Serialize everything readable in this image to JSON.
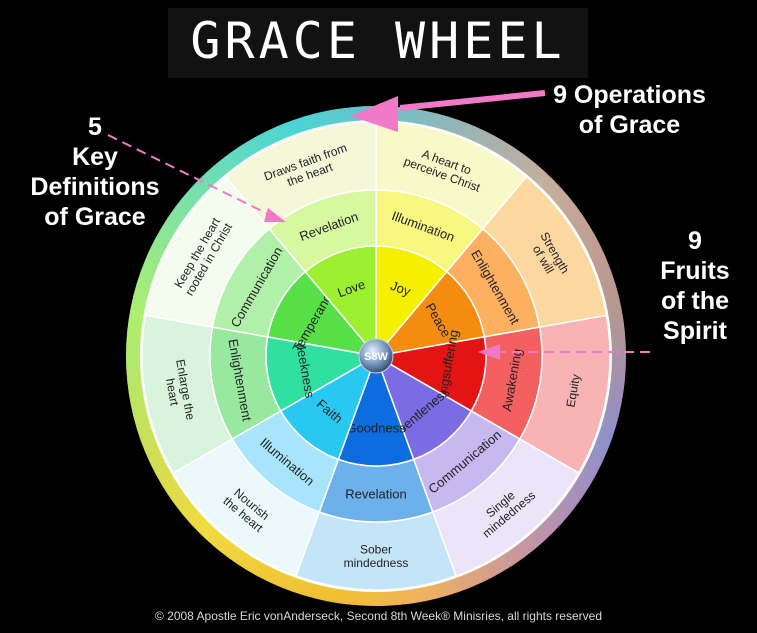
{
  "title": "GRACE WHEEL",
  "callouts": {
    "operations": "9 Operations\nof Grace",
    "definitions": "5\nKey\nDefinitions\nof Grace",
    "fruits": "9\nFruits\nof the\nSpirit"
  },
  "center_logo": "S8W",
  "copyright": "© 2008 Apostle Eric vonAnderseck, Second 8th Week® Minisries, all rights reserved",
  "outer_ring": [
    {
      "label": "A heart to\nperceive Christ",
      "color": "#f8f8c8"
    },
    {
      "label": "Strength\nof will",
      "color": "#fcd8a0"
    },
    {
      "label": "Equity",
      "color": "#f8b4b4"
    },
    {
      "label": "Single\nmindedness",
      "color": "#ece4f8"
    },
    {
      "label": "Sober\nmindedness",
      "color": "#c4e4f8"
    },
    {
      "label": "Nourish\nthe heart",
      "color": "#ecf8fc"
    },
    {
      "label": "Enlarge the\nheart",
      "color": "#d8f4dc"
    },
    {
      "label": "Keep the heart\nrooted in Christ",
      "color": "#f4fcf0"
    },
    {
      "label": "Draws faith from\nthe heart",
      "color": "#f4f8d8"
    }
  ],
  "middle_ring": [
    {
      "label": "Illumination",
      "color": "#f8f880"
    },
    {
      "label": "Enlightenment",
      "color": "#fcb060"
    },
    {
      "label": "Awakening",
      "color": "#f46060"
    },
    {
      "label": "Communication",
      "color": "#c8b8f0"
    },
    {
      "label": "Revelation",
      "color": "#6cb0ec"
    },
    {
      "label": "Illumination",
      "color": "#a8e4fc"
    },
    {
      "label": "Enlightenment",
      "color": "#98e8a0"
    },
    {
      "label": "Communication",
      "color": "#b0f0a8"
    },
    {
      "label": "Revelation",
      "color": "#d8f8a0"
    }
  ],
  "inner_ring": [
    {
      "label": "Joy",
      "color": "#f4f000"
    },
    {
      "label": "Peace",
      "color": "#f48c10"
    },
    {
      "label": "Longsuffering",
      "color": "#e41414"
    },
    {
      "label": "Gentleness",
      "color": "#7c6ce4"
    },
    {
      "label": "Goodness",
      "color": "#0c6ce0"
    },
    {
      "label": "Faith",
      "color": "#28c8f0"
    },
    {
      "label": "Meekness",
      "color": "#30e0a0"
    },
    {
      "label": "Temperance",
      "color": "#58e048"
    },
    {
      "label": "Love",
      "color": "#9cf030"
    }
  ]
}
